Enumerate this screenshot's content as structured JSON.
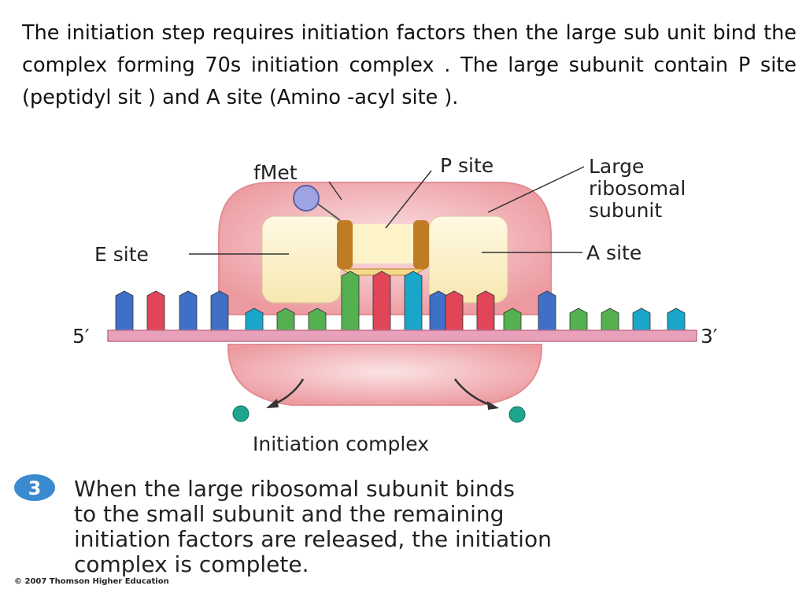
{
  "intro_text": "The initiation step requires initiation factors then the large sub unit bind the complex forming 70s initiation complex . The large subunit contain P site (peptidyl sit ) and A site (Amino -acyl site ).",
  "labels": {
    "fmet": "fMet",
    "p_site": "P site",
    "large_subunit": [
      "Large",
      "ribosomal",
      "subunit"
    ],
    "e_site": "E site",
    "a_site": "A site",
    "five_prime": "5′",
    "three_prime": "3′",
    "initiation_complex": "Initiation complex"
  },
  "step": {
    "number": "3",
    "lines": [
      "When the large ribosomal subunit binds",
      "to the small subunit and the remaining",
      "initiation factors are released, the initiation",
      "complex is complete."
    ]
  },
  "copyright": "© 2007 Thomson Higher Education",
  "colors": {
    "ribosome": "#f0a6aa",
    "mrna": "#e8a0bb",
    "blue_base": "#3f6fc6",
    "red_base": "#e04658",
    "green_base": "#55b04f",
    "teal_base": "#19a6c9",
    "trna_brown": "#c07c24",
    "trna_body": "#fdf3c9",
    "fmet": "#9da3e3",
    "factor": "#1fa58e",
    "step_badge": "#3a8ad0"
  }
}
